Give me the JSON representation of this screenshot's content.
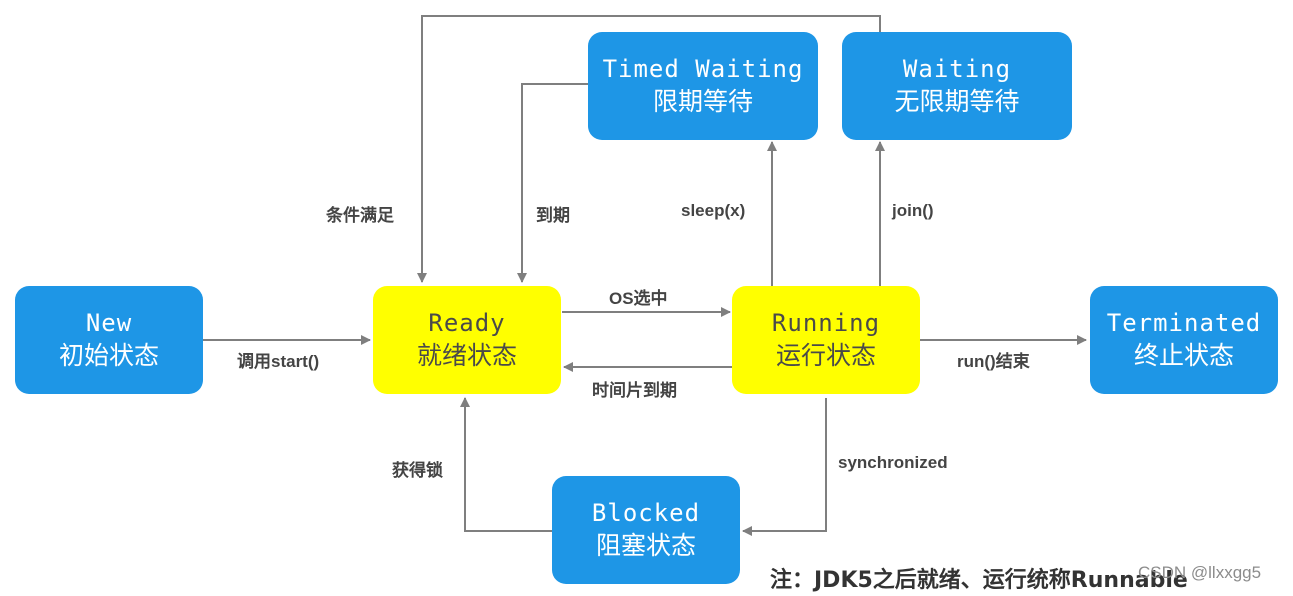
{
  "nodes": {
    "new": {
      "en": "New",
      "zh": "初始状态",
      "color": "#1e96e6"
    },
    "ready": {
      "en": "Ready",
      "zh": "就绪状态",
      "color": "#ffff00"
    },
    "running": {
      "en": "Running",
      "zh": "运行状态",
      "color": "#ffff00"
    },
    "terminated": {
      "en": "Terminated",
      "zh": "终止状态",
      "color": "#1e96e6"
    },
    "timed_waiting": {
      "en": "Timed Waiting",
      "zh": "限期等待",
      "color": "#1e96e6"
    },
    "waiting": {
      "en": "Waiting",
      "zh": "无限期等待",
      "color": "#1e96e6"
    },
    "blocked": {
      "en": "Blocked",
      "zh": "阻塞状态",
      "color": "#1e96e6"
    }
  },
  "edges": {
    "new_to_ready": "调用start()",
    "ready_to_running": "OS选中",
    "running_to_ready": "时间片到期",
    "running_to_terminated": "run()结束",
    "running_to_timed_waiting": "sleep(x)",
    "running_to_waiting": "join()",
    "timed_waiting_to_ready": "到期",
    "waiting_to_ready": "条件满足",
    "running_to_blocked": "synchronized",
    "blocked_to_ready": "获得锁"
  },
  "note": "注：JDK5之后就绪、运行统称Runnable",
  "watermark": "CSDN @llxxgg5"
}
